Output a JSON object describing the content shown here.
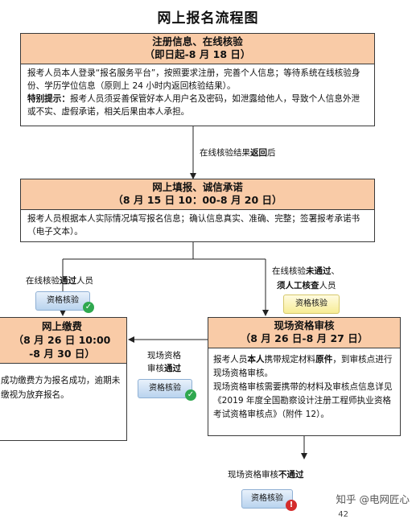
{
  "title": "网上报名流程图",
  "step1": {
    "header_line1": "注册信息、在线核验",
    "header_line2": "（即日起-8 月 18 日）",
    "text1": "报考人员本人登录“报名服务平台”，按照要求注册，完善个人信息；等待系统在线核验身份、学历学位信息（原则上 24 小时内返回核验结果）。",
    "tip_label": "特别提示：",
    "tip_text": "报考人员须妥善保管好本人用户名及密码，如泄露给他人，导致个人信息外泄或不实、虚假承诺，相关后果由本人承担。"
  },
  "arrow1_label_pre": "在线核验结果",
  "arrow1_label_bold": "返回",
  "arrow1_label_post": "后",
  "step2": {
    "header_line1": "网上填报、诚信承诺",
    "header_line2": "（8 月 15 日 10：00-8 月 20 日）",
    "text": "报考人员根据本人实际情况填写报名信息；确认信息真实、准确、完整；签署报考承诺书（电子文本）。"
  },
  "branch_left": {
    "pre": "在线核验",
    "bold": "通过",
    "post": "人员",
    "button": "资格核验"
  },
  "branch_right": {
    "line1_pre": "在线核验",
    "line1_bold": "未通过",
    "line1_post": "、",
    "line2_bold": "须人工核查",
    "line2_post": "人员",
    "button": "资格核验"
  },
  "step3": {
    "header_line1": "网上缴费",
    "header_line2": "（8 月 26 日 10:00",
    "header_line3": "-8 月 30 日）",
    "text": "成功缴费方为报名成功，逾期未缴视为放弃报名。"
  },
  "middle_branch": {
    "line1": "现场资格",
    "line2_pre": "审核",
    "line2_bold": "通过",
    "button": "资格核验"
  },
  "step4": {
    "header_line1": "现场资格审核",
    "header_line2": "（8 月 26 日-8 月 27 日）",
    "text1_pre": "报考人员",
    "text1_bold1": "本人",
    "text1_mid": "携带规定材料",
    "text1_bold2": "原件",
    "text1_post": "，到审核点进行现场资格审核。",
    "text2": "现场资格审核需要携带的材料及审核点信息详见《2019 年度全国勘察设计注册工程师执业资格考试资格审核点》（附件 12）。"
  },
  "bottom_branch": {
    "pre": "现场资格审核",
    "bold": "不通过",
    "button": "资格核验"
  },
  "watermark": "知乎 @电网匠心",
  "page_number": "42"
}
